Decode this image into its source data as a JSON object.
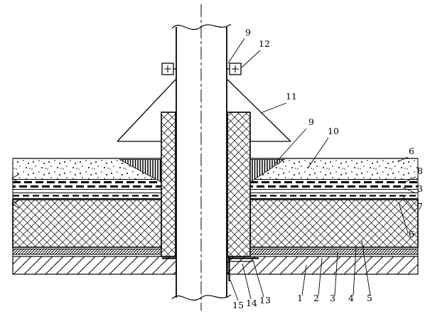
{
  "drawing": {
    "paper_color": "#ffffff",
    "ink_color": "#000000",
    "callouts": [
      {
        "text": "9"
      },
      {
        "text": "12"
      },
      {
        "text": "11"
      },
      {
        "text": "9"
      },
      {
        "text": "10"
      },
      {
        "text": "6"
      },
      {
        "text": "8"
      },
      {
        "text": "3"
      },
      {
        "text": "7"
      },
      {
        "text": "6"
      },
      {
        "text": "15"
      },
      {
        "text": "14"
      },
      {
        "text": "13"
      },
      {
        "text": "1"
      },
      {
        "text": "2"
      },
      {
        "text": "3"
      },
      {
        "text": "4"
      },
      {
        "text": "5"
      }
    ]
  }
}
